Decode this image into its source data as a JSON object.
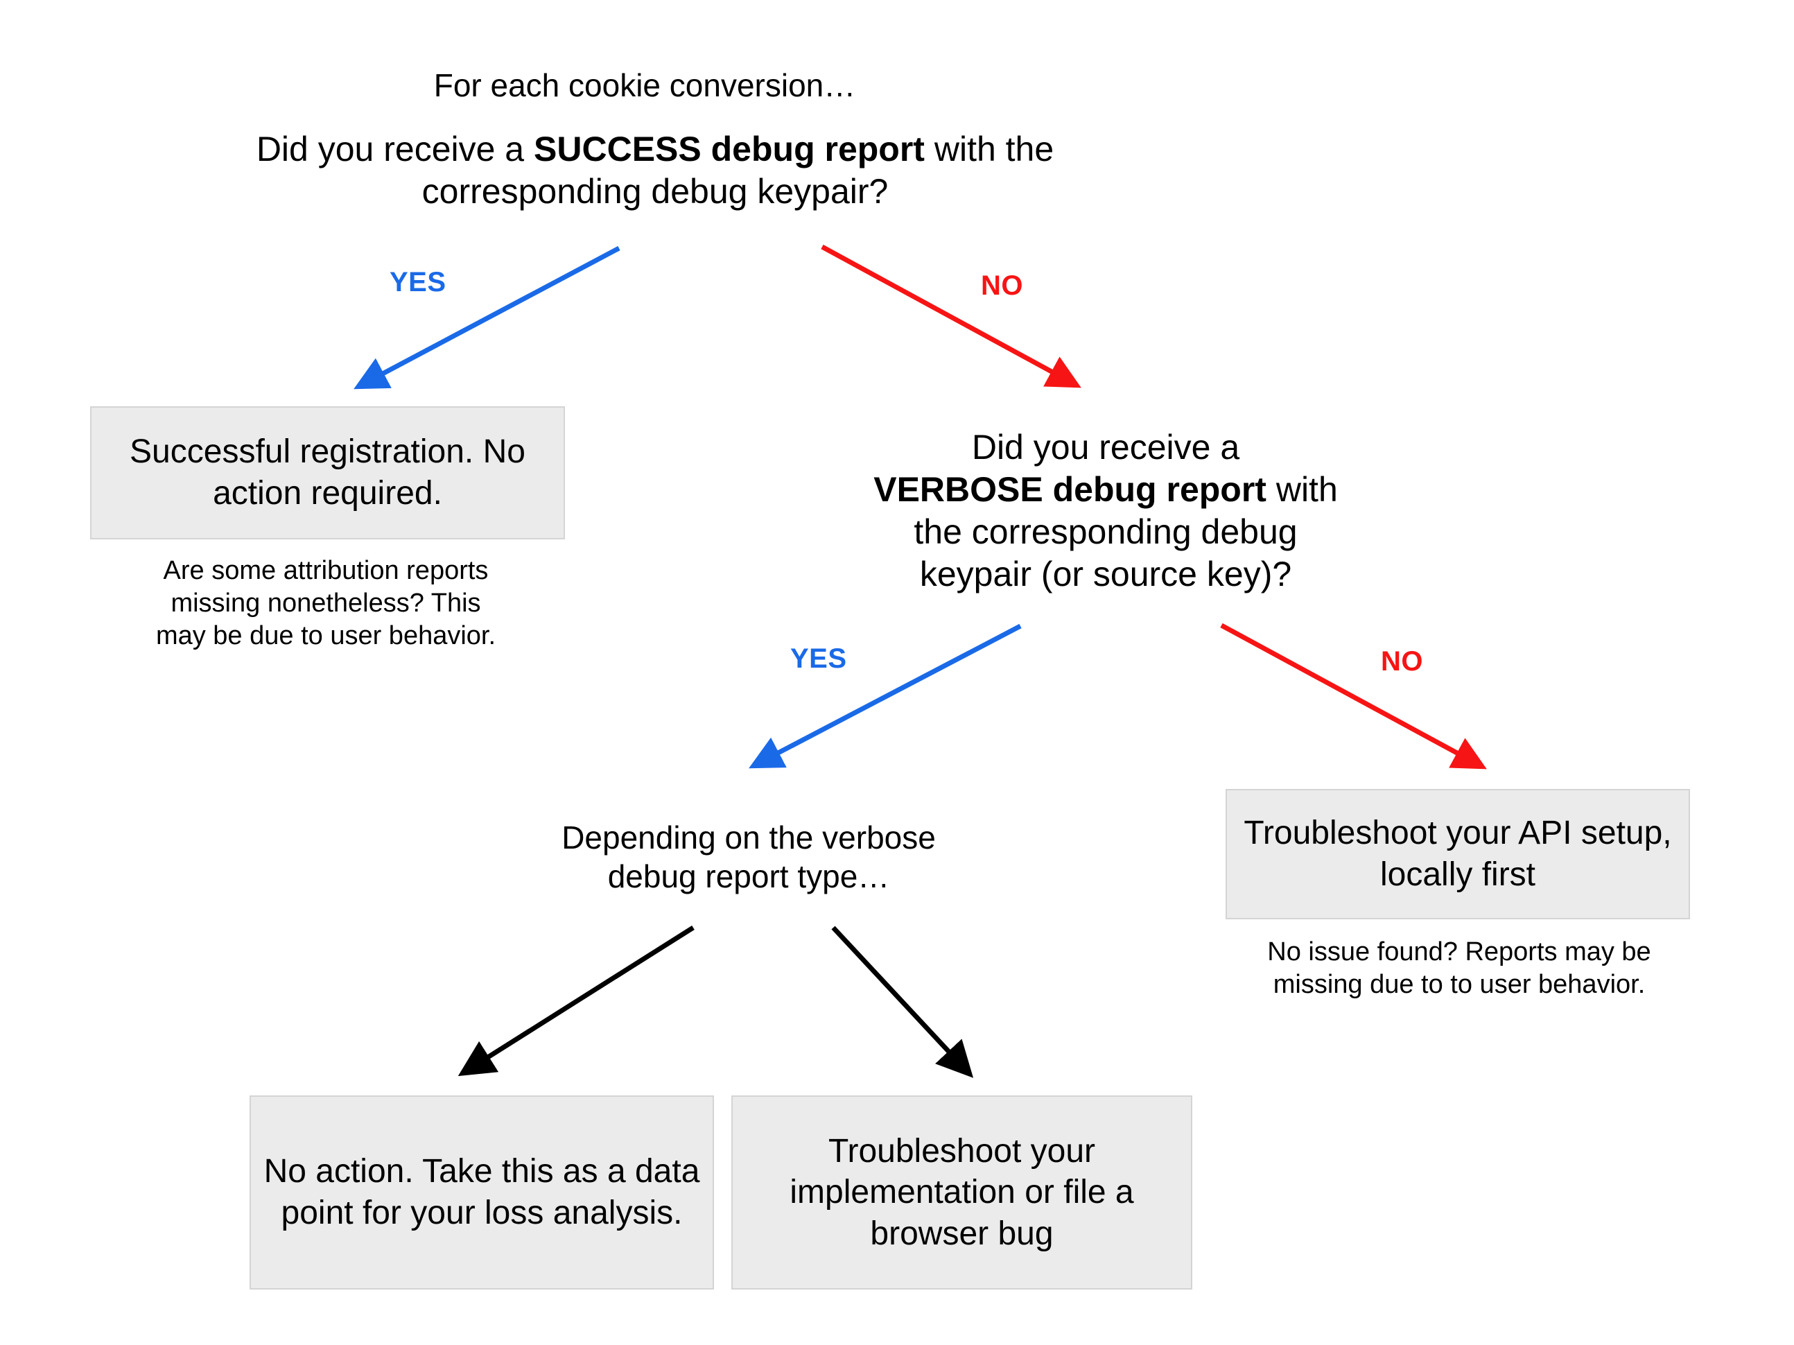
{
  "diagram": {
    "title": "For each cookie conversion…",
    "background": "#ffffff",
    "colors": {
      "yes": "#1a6ae8",
      "no": "#f71414",
      "neutral_arrow": "#000000",
      "box_fill": "#ebebeb",
      "box_border": "#d4d4d4",
      "text": "#000000"
    }
  },
  "question1": {
    "line1_prefix": "Did you receive a ",
    "line1_bold": "SUCCESS debug report",
    "line1_suffix": " with the",
    "line2": "corresponding debug keypair?"
  },
  "question2": {
    "line1": "Did you receive a",
    "line2_bold": "VERBOSE debug report",
    "line2_suffix": " with",
    "line3": "the corresponding debug",
    "line4": "keypair (or source key)?"
  },
  "edges": {
    "q1_yes": "YES",
    "q1_no": "NO",
    "q2_yes": "YES",
    "q2_no": "NO"
  },
  "boxes": {
    "success": "Successful registration.\nNo action required.",
    "api_setup": "Troubleshoot your API\nsetup, locally first",
    "no_action": "No action. Take this as\na data point for your loss\nanalysis.",
    "implementation": "Troubleshoot your\nimplementation\nor file a browser bug"
  },
  "captions": {
    "success_note": "Are some attribution reports\nmissing nonetheless? This\nmay be due to user behavior.",
    "api_note": "No issue found? Reports may be\nmissing due to to user behavior."
  },
  "midtext": {
    "verbose_type": "Depending on the verbose\ndebug report type…"
  }
}
